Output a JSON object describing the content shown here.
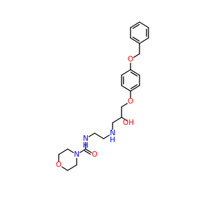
{
  "molecule": {
    "atoms": [
      {
        "id": "benzyl_ring_top",
        "label": ""
      },
      {
        "id": "benzyl_ring_top_right",
        "label": ""
      },
      {
        "id": "benzyl_ring_bottom_right",
        "label": ""
      },
      {
        "id": "benzyl_ring_bottom",
        "label": ""
      },
      {
        "id": "benzyl_ring_bottom_left",
        "label": ""
      },
      {
        "id": "benzyl_ring_top_left",
        "label": ""
      },
      {
        "id": "benzyl_ch2",
        "label": ""
      },
      {
        "id": "ether_oxygen_1",
        "label": "O"
      },
      {
        "id": "phenoxy_ring_top",
        "label": ""
      },
      {
        "id": "phenoxy_ring_top_right",
        "label": ""
      },
      {
        "id": "phenoxy_ring_bottom_right",
        "label": ""
      },
      {
        "id": "phenoxy_ring_bottom",
        "label": ""
      },
      {
        "id": "phenoxy_ring_bottom_left",
        "label": ""
      },
      {
        "id": "phenoxy_ring_top_left",
        "label": ""
      },
      {
        "id": "ether_oxygen_2",
        "label": "O"
      },
      {
        "id": "propyl_ch2_a",
        "label": ""
      },
      {
        "id": "propyl_choh",
        "label": ""
      },
      {
        "id": "hydroxyl",
        "label": "OH"
      },
      {
        "id": "propyl_ch2_b",
        "label": ""
      },
      {
        "id": "amine_nh",
        "label": "N",
        "subscript": "H"
      },
      {
        "id": "ethyl_ch2_a",
        "label": ""
      },
      {
        "id": "ethyl_ch2_b",
        "label": ""
      },
      {
        "id": "amide_nh",
        "label": "N",
        "subscript": "H"
      },
      {
        "id": "carbonyl_carbon",
        "label": ""
      },
      {
        "id": "carbonyl_oxygen",
        "label": "O"
      },
      {
        "id": "morpholine_n",
        "label": "N"
      },
      {
        "id": "morpholine_c1",
        "label": ""
      },
      {
        "id": "morpholine_c2",
        "label": ""
      },
      {
        "id": "morpholine_o",
        "label": "O"
      },
      {
        "id": "morpholine_c3",
        "label": ""
      },
      {
        "id": "morpholine_c4",
        "label": ""
      }
    ],
    "bonds": [
      {
        "from": 0,
        "to": 1,
        "order": 1
      },
      {
        "from": 1,
        "to": 2,
        "order": 2
      },
      {
        "from": 2,
        "to": 3,
        "order": 1
      },
      {
        "from": 3,
        "to": 4,
        "order": 2
      },
      {
        "from": 4,
        "to": 5,
        "order": 1
      },
      {
        "from": 5,
        "to": 0,
        "order": 2
      },
      {
        "from": 3,
        "to": 6,
        "order": 1
      },
      {
        "from": 6,
        "to": 7,
        "order": 1
      },
      {
        "from": 7,
        "to": 8,
        "order": 1
      },
      {
        "from": 8,
        "to": 9,
        "order": 2
      },
      {
        "from": 9,
        "to": 10,
        "order": 1
      },
      {
        "from": 10,
        "to": 11,
        "order": 2
      },
      {
        "from": 11,
        "to": 12,
        "order": 1
      },
      {
        "from": 12,
        "to": 13,
        "order": 2
      },
      {
        "from": 13,
        "to": 8,
        "order": 1
      },
      {
        "from": 11,
        "to": 14,
        "order": 1
      },
      {
        "from": 14,
        "to": 15,
        "order": 1
      },
      {
        "from": 15,
        "to": 16,
        "order": 1
      },
      {
        "from": 16,
        "to": 17,
        "order": 1
      },
      {
        "from": 16,
        "to": 18,
        "order": 1
      },
      {
        "from": 18,
        "to": 19,
        "order": 1
      },
      {
        "from": 19,
        "to": 20,
        "order": 1
      },
      {
        "from": 20,
        "to": 21,
        "order": 1
      },
      {
        "from": 21,
        "to": 22,
        "order": 1
      },
      {
        "from": 22,
        "to": 23,
        "order": 1
      },
      {
        "from": 23,
        "to": 24,
        "order": 2
      },
      {
        "from": 23,
        "to": 25,
        "order": 1
      },
      {
        "from": 25,
        "to": 26,
        "order": 1
      },
      {
        "from": 26,
        "to": 27,
        "order": 1
      },
      {
        "from": 27,
        "to": 28,
        "order": 1
      },
      {
        "from": 28,
        "to": 29,
        "order": 1
      },
      {
        "from": 29,
        "to": 30,
        "order": 1
      },
      {
        "from": 30,
        "to": 25,
        "order": 1
      }
    ],
    "colors": {
      "carbon_bond": "#000000",
      "oxygen": "#ff0000",
      "nitrogen": "#0000ff",
      "background": "#ffffff"
    }
  }
}
